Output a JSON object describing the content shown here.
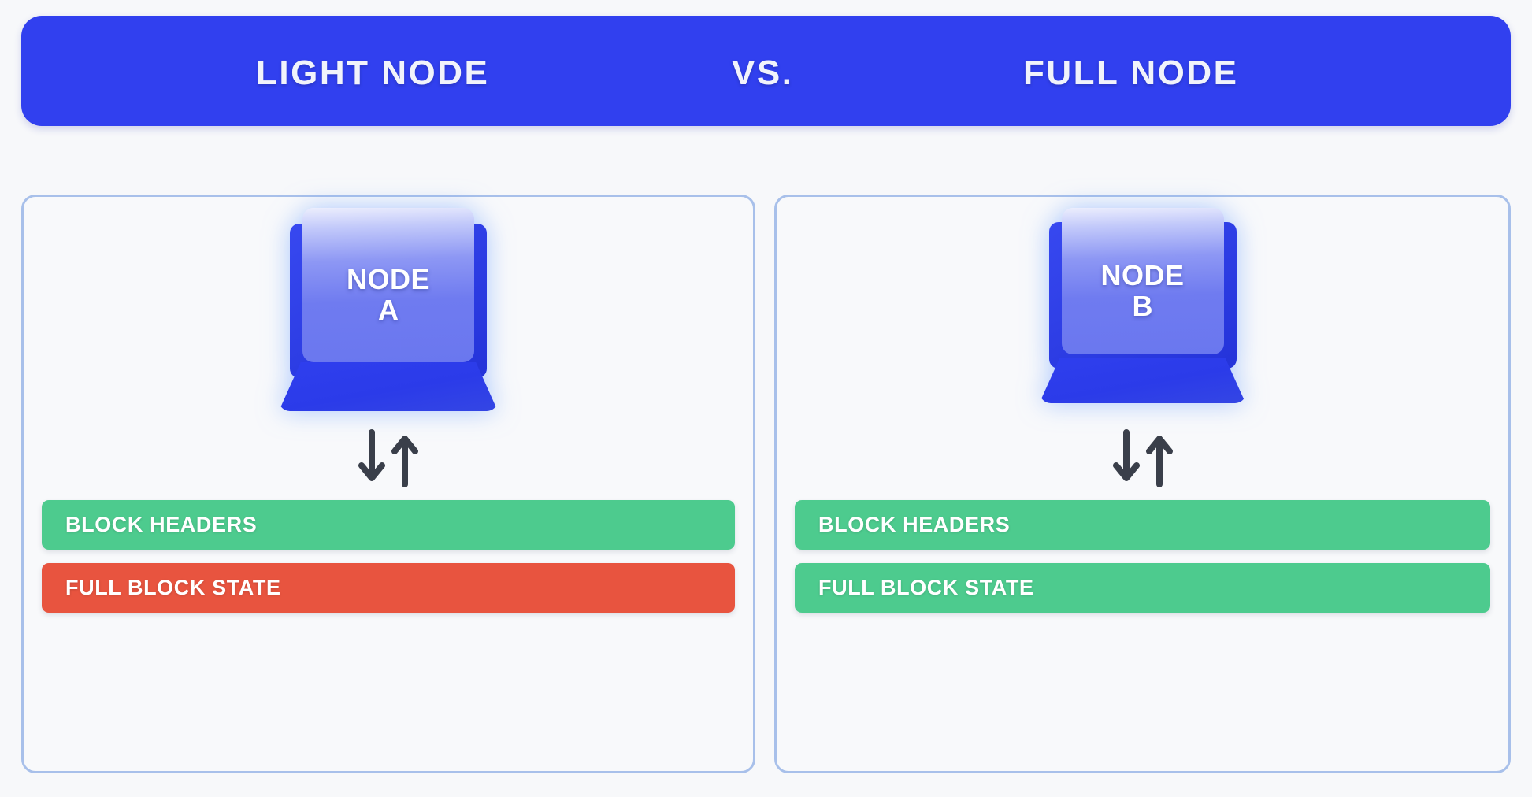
{
  "header": {
    "left_label": "LIGHT NODE",
    "vs_label": "VS.",
    "right_label": "FULL NODE",
    "background_color": "#3140EF",
    "text_color": "#F1F3FB"
  },
  "theme": {
    "page_background": "#F7F8FA",
    "card_background": "#F8F9FB",
    "card_border_color": "#A8C0EA",
    "green": "#4DCB8E",
    "red": "#E8543F",
    "arrow_color": "#3A3F4A",
    "laptop_base_blue": "#2F3FEE"
  },
  "panels": [
    {
      "id": "light-node",
      "node": {
        "name": "NODE",
        "letter": "A",
        "icon": "laptop-icon"
      },
      "sync_icon": "down-up-arrows-icon",
      "bars": [
        {
          "label": "BLOCK HEADERS",
          "status": "available",
          "color": "#4DCB8E"
        },
        {
          "label": "FULL BLOCK STATE",
          "status": "unavailable",
          "color": "#E8543F"
        }
      ]
    },
    {
      "id": "full-node",
      "node": {
        "name": "NODE",
        "letter": "B",
        "icon": "laptop-icon"
      },
      "sync_icon": "down-up-arrows-icon",
      "bars": [
        {
          "label": "BLOCK HEADERS",
          "status": "available",
          "color": "#4DCB8E"
        },
        {
          "label": "FULL BLOCK STATE",
          "status": "available",
          "color": "#4DCB8E"
        }
      ]
    }
  ]
}
